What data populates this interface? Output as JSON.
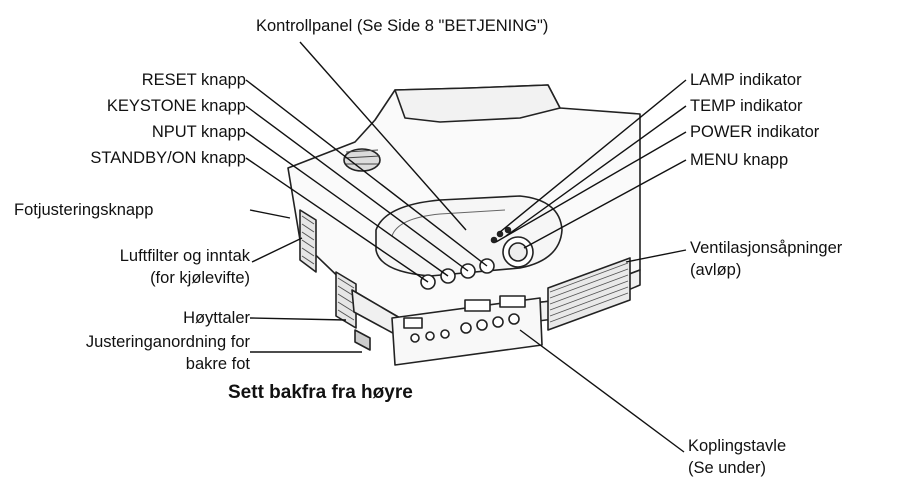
{
  "labels": {
    "kontrollpanel": "Kontrollpanel (Se Side 8 \"BETJENING\")",
    "reset": "RESET knapp",
    "keystone": "KEYSTONE knapp",
    "input": "NPUT knapp",
    "standby": "STANDBY/ON knapp",
    "fotjustering": "Fotjusteringsknapp",
    "luftfilter_1": "Luftfilter og inntak",
    "luftfilter_2": "(for kjølevifte)",
    "hoyttaler": "Høyttaler",
    "justering_1": "Justeringanordning for",
    "justering_2": "bakre fot",
    "lamp": "LAMP indikator",
    "temp": "TEMP indikator",
    "power": "POWER indikator",
    "menu": "MENU knapp",
    "ventilasjon_1": "Ventilasjonsåpninger",
    "ventilasjon_2": "(avløp)",
    "kopling_1": "Koplingstavle",
    "kopling_2": "(Se under)"
  },
  "caption": "Sett bakfra fra høyre",
  "colors": {
    "ink": "#111111",
    "outline": "#222222",
    "shade": "#cfcfcf"
  }
}
